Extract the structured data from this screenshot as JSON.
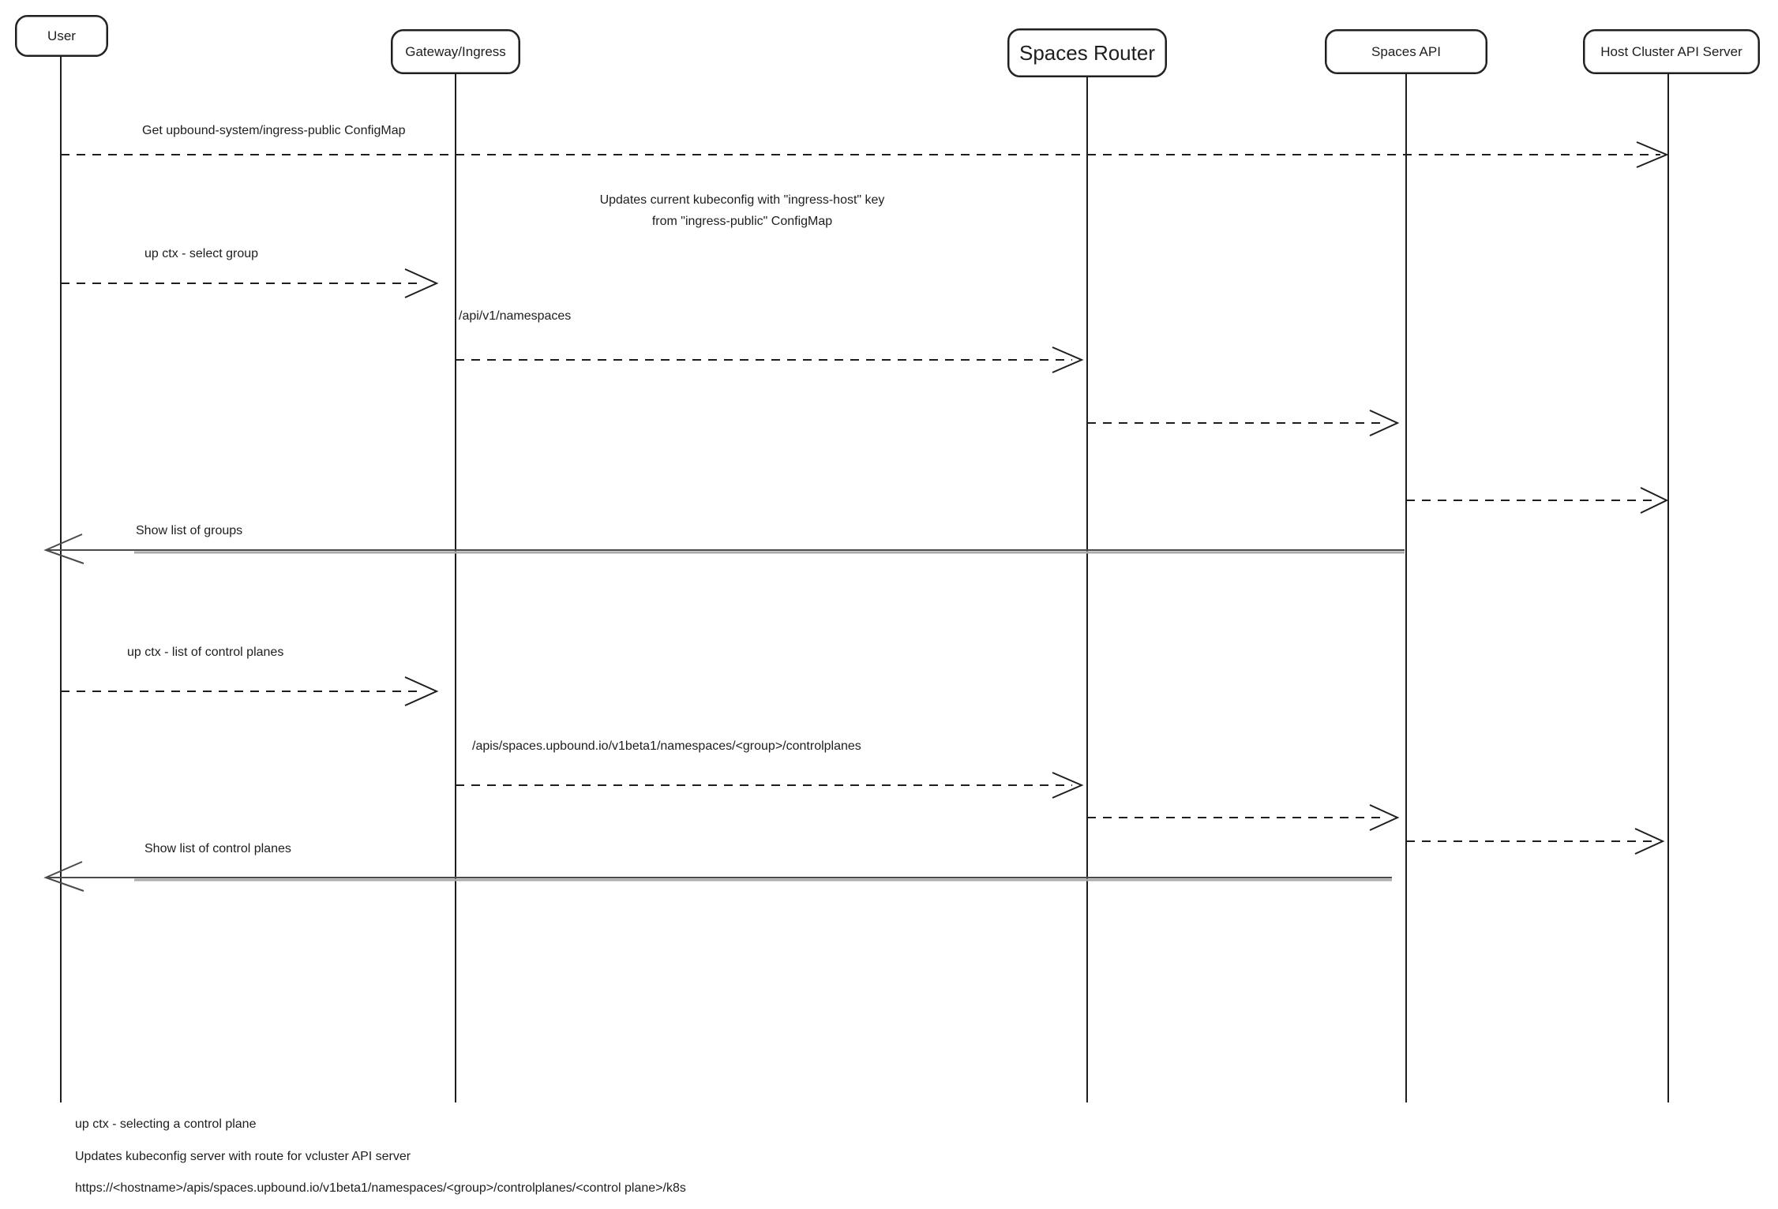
{
  "colors": {
    "stroke": "#1e1e1e",
    "return_line": "#4a4a4a",
    "return_line_shadow": "#aaaaaa",
    "background": "#ffffff"
  },
  "actors": [
    {
      "label": "User"
    },
    {
      "label": "Gateway/Ingress"
    },
    {
      "label": "Spaces Router"
    },
    {
      "label": "Spaces API"
    },
    {
      "label": "Host Cluster API Server"
    }
  ],
  "messages": [
    {
      "label": "Get upbound-system/ingress-public ConfigMap"
    },
    {
      "label": "up ctx - select group"
    },
    {
      "label": "/api/v1/namespaces"
    },
    {
      "label": "Show list of groups"
    },
    {
      "label": "up ctx - list of control planes"
    },
    {
      "label": "/apis/spaces.upbound.io/v1beta1/namespaces/<group>/controlplanes"
    },
    {
      "label": "Show list of control planes"
    }
  ],
  "note": {
    "line1": "Updates current kubeconfig with \"ingress-host\" key",
    "line2": "from \"ingress-public\" ConfigMap"
  },
  "footer": [
    "up ctx - selecting a control plane",
    "Updates kubeconfig server with route for vcluster API server",
    "https://<hostname>/apis/spaces.upbound.io/v1beta1/namespaces/<group>/controlplanes/<control plane>/k8s"
  ]
}
